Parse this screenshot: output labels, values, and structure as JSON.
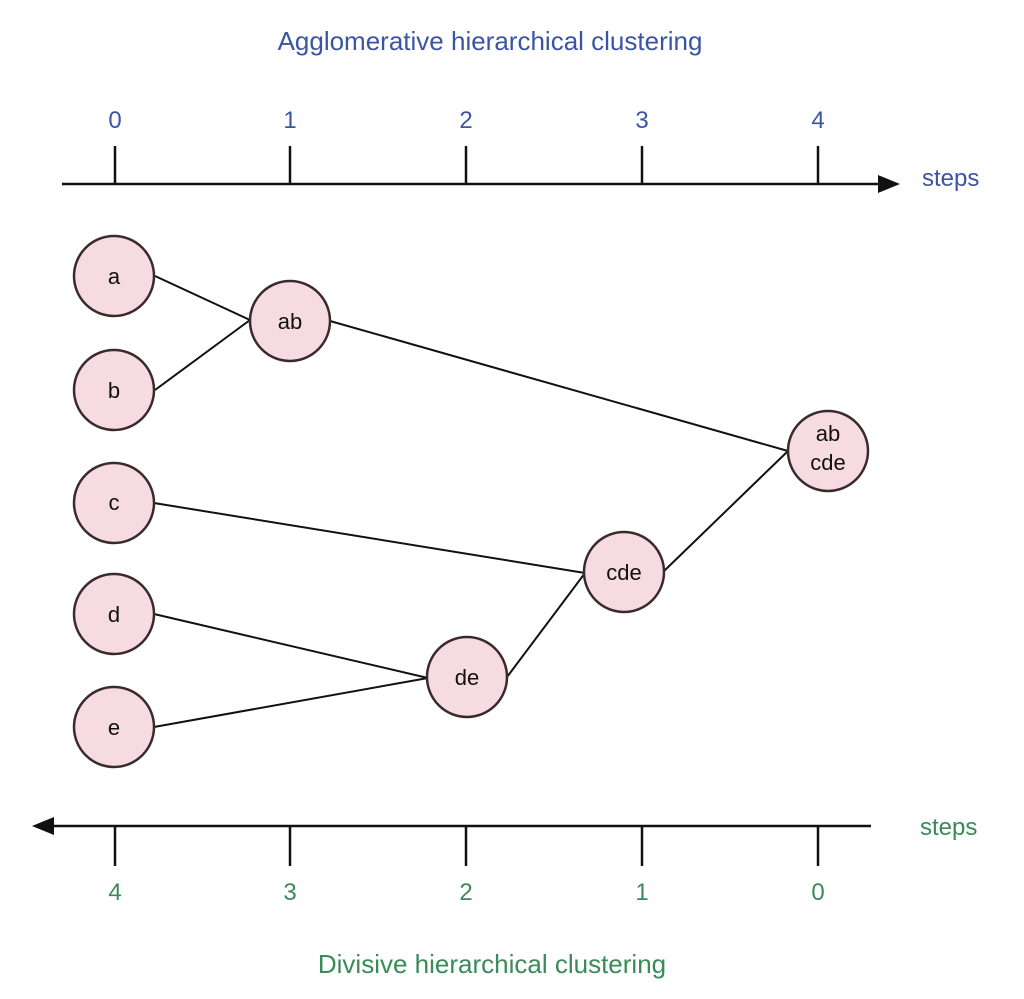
{
  "colors": {
    "agglomerative": "#3b55a3",
    "divisive": "#3a8a5a",
    "node_fill": "#f6dbe3",
    "node_stroke": "#3a2a2e",
    "line": "#111111"
  },
  "agglomerative": {
    "title": "Agglomerative hierarchical clustering",
    "axis_label": "steps",
    "ticks": [
      "0",
      "1",
      "2",
      "3",
      "4"
    ]
  },
  "divisive": {
    "title": "Divisive hierarchical clustering",
    "axis_label": "steps",
    "ticks": [
      "4",
      "3",
      "2",
      "1",
      "0"
    ]
  },
  "nodes": [
    {
      "id": "a",
      "lines": [
        "a"
      ]
    },
    {
      "id": "b",
      "lines": [
        "b"
      ]
    },
    {
      "id": "c",
      "lines": [
        "c"
      ]
    },
    {
      "id": "d",
      "lines": [
        "d"
      ]
    },
    {
      "id": "e",
      "lines": [
        "e"
      ]
    },
    {
      "id": "ab",
      "lines": [
        "ab"
      ]
    },
    {
      "id": "de",
      "lines": [
        "de"
      ]
    },
    {
      "id": "cde",
      "lines": [
        "cde"
      ]
    },
    {
      "id": "abcde",
      "lines": [
        "ab",
        "cde"
      ]
    }
  ],
  "edges": [
    {
      "from": "a",
      "to": "ab"
    },
    {
      "from": "b",
      "to": "ab"
    },
    {
      "from": "d",
      "to": "de"
    },
    {
      "from": "e",
      "to": "de"
    },
    {
      "from": "c",
      "to": "cde"
    },
    {
      "from": "de",
      "to": "cde"
    },
    {
      "from": "ab",
      "to": "abcde"
    },
    {
      "from": "cde",
      "to": "abcde"
    }
  ]
}
